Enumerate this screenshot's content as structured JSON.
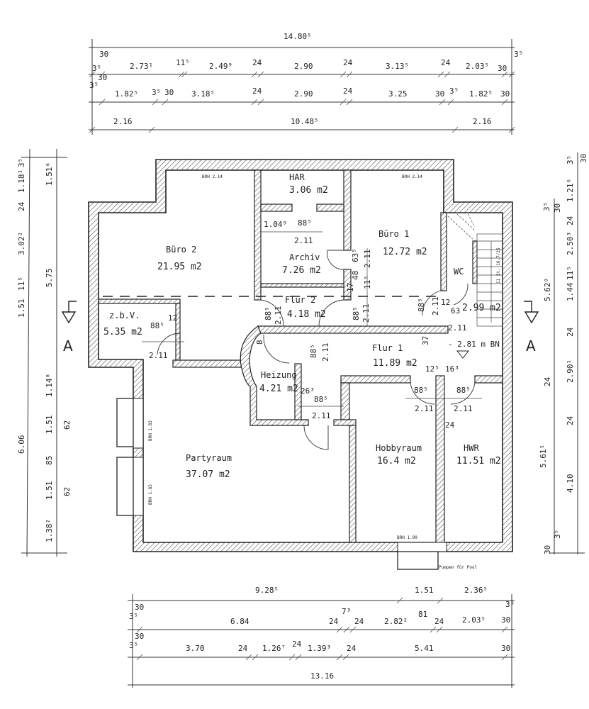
{
  "plan": {
    "rooms": [
      {
        "name": "Büro 2",
        "area": "21.95 m2"
      },
      {
        "name": "HAR",
        "area": "3.06 m2"
      },
      {
        "name": "Büro 1",
        "area": "12.72 m2"
      },
      {
        "name": "Archiv",
        "area": "7.26 m2"
      },
      {
        "name": "Flur 2",
        "area": "4.18 m2"
      },
      {
        "name": "z.b.V.",
        "area": "5.35 m2"
      },
      {
        "name": "WC",
        "area": "2.99 m2"
      },
      {
        "name": "Flur 1",
        "area": "11.89 m2"
      },
      {
        "name": "Heizung",
        "area": "4.21 m2"
      },
      {
        "name": "Partyraum",
        "area": "37.07 m2"
      },
      {
        "name": "Hobbyraum",
        "area": "16.4 m2"
      },
      {
        "name": "HWR",
        "area": "11.51 m2"
      }
    ],
    "notes": {
      "brh_buero2": "BRH 2.14",
      "brh_buero1": "BRH 2.14",
      "brh_party1": "BRH 1.83",
      "brh_party2": "BRH 1.83",
      "brh_hobby": "BRH 1.99",
      "pump": "Pumpen für Pool",
      "level": "- 2.81 m BN",
      "stair": "11 St. 16.7/25"
    },
    "section_mark": "A",
    "top_dims": {
      "r1": [
        "14.80⁵"
      ],
      "r2": [
        "3⁵",
        "30",
        "2.73¹",
        "11⁵",
        "2.49⁹",
        "24",
        "2.90",
        "24",
        "3.13⁵",
        "24",
        "2.03⁵",
        "30",
        "3⁵"
      ],
      "r3": [
        "3⁵",
        "30",
        "1.82⁵",
        "3⁵",
        "30",
        "3.18⁵",
        "24",
        "2.90",
        "24",
        "3.25",
        "30",
        "3⁵",
        "1.82⁵",
        "30"
      ],
      "r4": [
        "2.16",
        "10.48⁵",
        "2.16"
      ]
    },
    "bottom_dims": {
      "r1": [
        "9.28⁵",
        "1.51",
        "2.36⁵",
        "3⁵"
      ],
      "r2": [
        "3⁵",
        "30",
        "6.84",
        "24",
        "7³",
        "24",
        "2.82²",
        "81",
        "24",
        "2.03⁵",
        "30"
      ],
      "r3": [
        "3⁵",
        "30",
        "3.70",
        "24",
        "1.26⁷",
        "24",
        "1.39³",
        "24",
        "5.41",
        "30"
      ],
      "r4": [
        "13.16"
      ]
    },
    "left_dims": {
      "outer": [
        "3⁵",
        "1.18¹",
        "24",
        "3.02²",
        "11⁵",
        "1.51",
        "6.06"
      ],
      "inner": [
        "1.51⁶",
        "5.75",
        "1.14⁸",
        "1.51",
        "62",
        "85",
        "1.51",
        "62",
        "1.38²"
      ]
    },
    "right_dims": {
      "inner": [
        "3⁵",
        "30",
        "5.62⁹",
        "24",
        "5.61¹",
        "30",
        "3⁵"
      ],
      "outer": [
        "3⁵",
        "30",
        "1.21⁶",
        "24",
        "2.50³",
        "11⁵",
        "1.44",
        "24",
        "2.90¹",
        "24",
        "4.10"
      ]
    },
    "door_dims": {
      "archiv_w": "1.04⁹",
      "archiv_d": "88⁵",
      "archiv_h": "2.11",
      "buero1_a": "63⁵",
      "buero1_b": "2.11",
      "buero1_c": "48",
      "buero1_d": "11⁵",
      "buero1_e": "17",
      "flur2_l": "88⁵",
      "flur2_r": "88⁵",
      "flur2_h": "2.11",
      "flur2_h2": "2.11",
      "wc_a": "88⁵",
      "wc_b": "2.11",
      "wc_c": "12",
      "wc_d": "63",
      "wc_e": "2.11",
      "wc_f": "37",
      "zbv_a": "88⁵",
      "zbv_b": "2.11",
      "zbv_c": "12",
      "heiz_a": "8",
      "heiz_b": "88⁵",
      "heiz_c": "2.11",
      "heiz_d": "26³",
      "heiz_e": "88⁵",
      "heiz_f": "2.11",
      "hobby_a": "12⁵",
      "hobby_b": "16³",
      "hobby_c": "88⁵",
      "hobby_d": "2.11",
      "hwr_a": "88⁵",
      "hwr_b": "2.11",
      "hwr_c": "24"
    }
  }
}
